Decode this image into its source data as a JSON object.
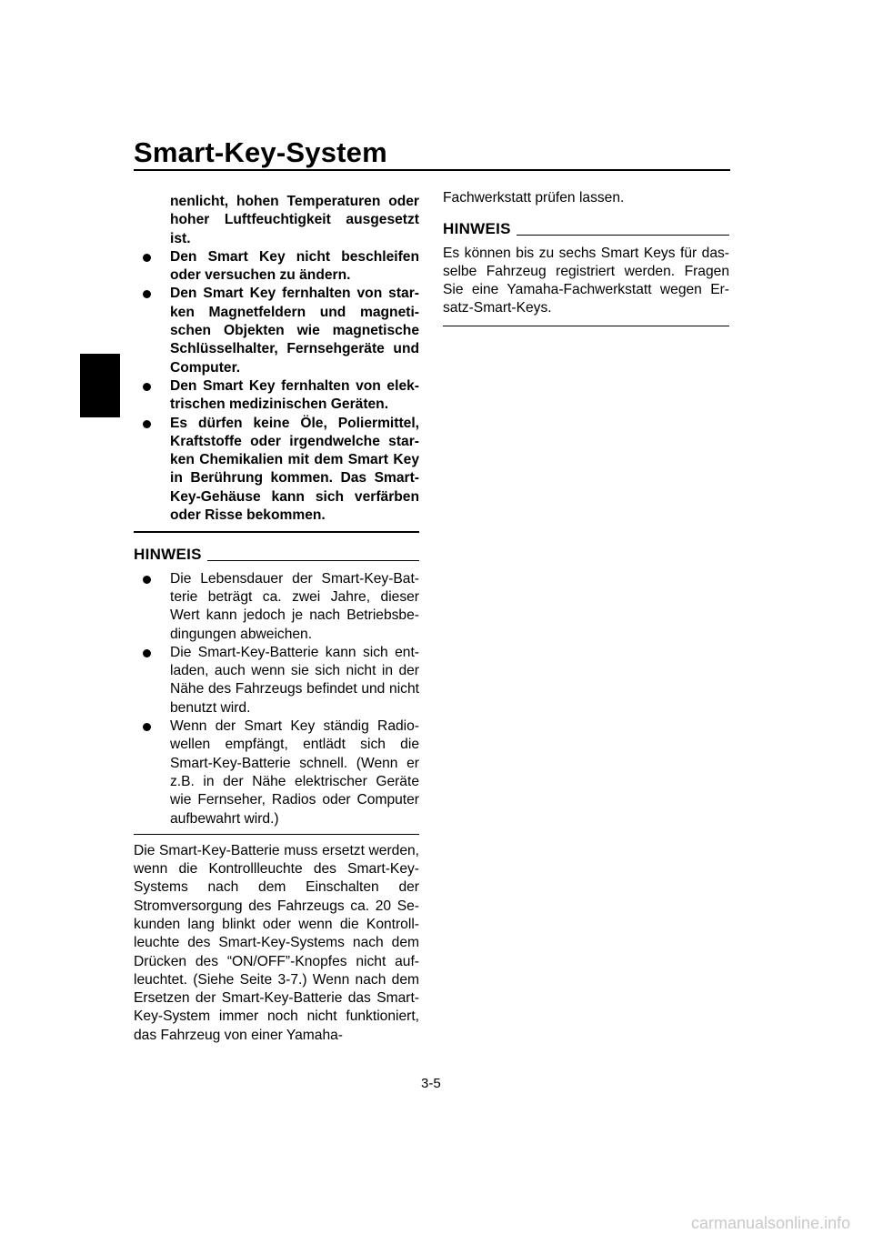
{
  "header": {
    "title": "Smart-Key-System",
    "chapter": "3"
  },
  "left": {
    "caution_continuation": "nenlicht, hohen Temperaturen oder hoher Luftfeuchtigkeit ausgesetzt ist.",
    "caution_bullets": [
      "Den Smart Key nicht beschleifen oder versuchen zu ändern.",
      "Den Smart Key fernhalten von star­ken Magnetfeldern und magneti­schen Objekten wie magnetische Schlüsselhalter, Fernsehgeräte und Computer.",
      "Den Smart Key fernhalten von elek­trischen medizinischen Geräten.",
      "Es dürfen keine Öle, Poliermittel, Kraftstoffe oder irgendwelche star­ken Chemikalien mit dem Smart Key in Berührung kommen. Das Smart-Key-Gehäuse kann sich ver­färben oder Risse bekommen."
    ],
    "note_heading": "HINWEIS",
    "note_bullets": [
      "Die Lebensdauer der Smart-Key-Bat­terie beträgt ca. zwei Jahre, dieser Wert kann jedoch je nach Betriebsbe­dingungen abweichen.",
      "Die Smart-Key-Batterie kann sich ent­laden, auch wenn sie sich nicht in der Nähe des Fahrzeugs befindet und nicht benutzt wird.",
      "Wenn der Smart Key ständig Radio­wellen empfängt, entlädt sich die Smart-Key-Batterie schnell. (Wenn er z.B. in der Nähe elektrischer Geräte wie Fernseher, Radios oder Computer aufbewahrt wird.)"
    ],
    "body": "Die Smart-Key-Batterie muss ersetzt wer­den, wenn die Kontrollleuchte des Smart-Key-Systems nach dem Einschalten der Stromversorgung des Fahrzeugs ca. 20 Se­kunden lang blinkt oder wenn die Kontroll­leuchte des Smart-Key-Systems nach dem Drücken des “ON/OFF”-Knopfes nicht auf­leuchtet. (Siehe Seite 3-7.) Wenn nach dem Ersetzen der Smart-Key-Batterie das Smart-Key-System immer noch nicht funkti­oniert, das Fahrzeug von einer Yamaha-"
  },
  "right": {
    "body_continuation": "Fachwerkstatt prüfen lassen.",
    "note_heading": "HINWEIS",
    "note_text": "Es können bis zu sechs Smart Keys für das­selbe Fahrzeug registriert werden. Fragen Sie eine Yamaha-Fachwerkstatt wegen Er­satz-Smart-Keys."
  },
  "footer": {
    "page_number": "3-5",
    "watermark": "carmanualsonline.info"
  }
}
